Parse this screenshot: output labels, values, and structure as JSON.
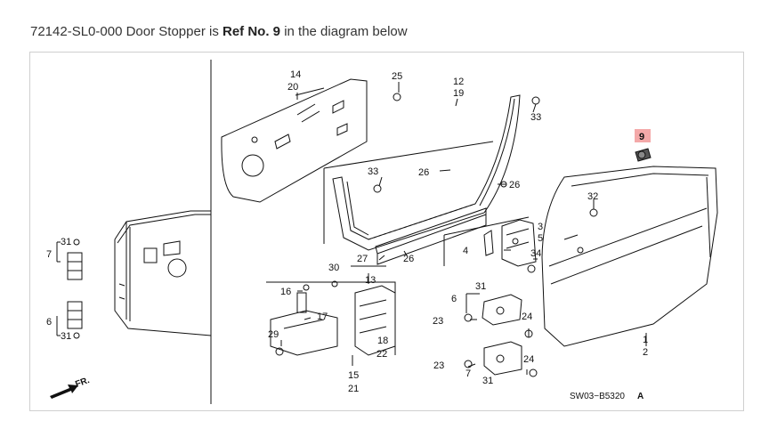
{
  "caption": {
    "part_number": "72142-SL0-000",
    "part_name": "Door Stopper",
    "mid_text": "is",
    "ref_text": "Ref No. 9",
    "tail_text": "in the diagram below"
  },
  "diagram": {
    "highlighted_ref": "9",
    "diagram_code": "SW03−B5320",
    "diagram_code_suffix": "A",
    "front_arrow_label": "FR.",
    "labels": [
      "14",
      "20",
      "25",
      "12",
      "19",
      "33",
      "33",
      "26",
      "26",
      "32",
      "3",
      "5",
      "4",
      "34",
      "27",
      "26",
      "13",
      "30",
      "16",
      "17",
      "18",
      "22",
      "29",
      "15",
      "21",
      "31",
      "6",
      "23",
      "24",
      "23",
      "7",
      "31",
      "24",
      "1",
      "2",
      "31",
      "7",
      "6",
      "31"
    ]
  }
}
